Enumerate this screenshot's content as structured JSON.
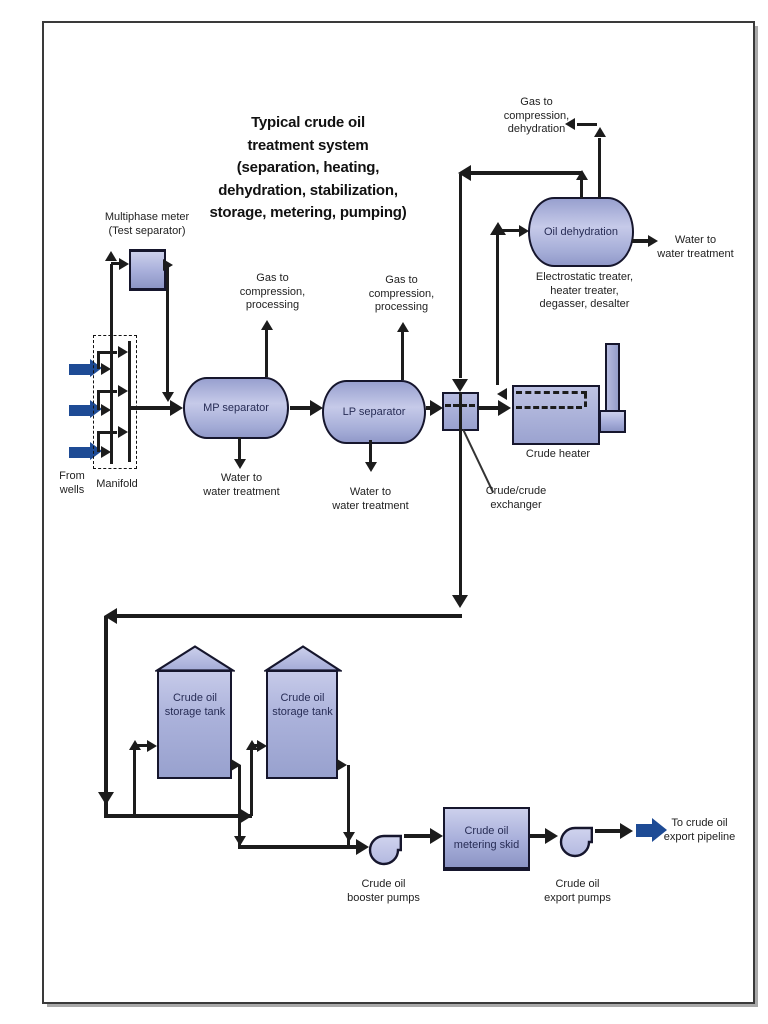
{
  "title_lines": [
    "Typical crude oil",
    "treatment system",
    "(separation, heating,",
    "dehydration, stabilization,",
    "storage, metering, pumping)"
  ],
  "colors": {
    "flow_line": "#1c1c1c",
    "well_arrow_blue": "#1e4b95",
    "vessel_fill": "#a9b0da",
    "vessel_border": "#16162d"
  },
  "wells": {
    "label": [
      "From",
      "wells"
    ]
  },
  "manifold": {
    "label": "Manifold"
  },
  "meter": {
    "label": [
      "Multiphase meter",
      "(Test separator)"
    ]
  },
  "mp_separator": {
    "name": "MP separator",
    "gas": [
      "Gas to",
      "compression,",
      "processing"
    ],
    "water": [
      "Water to",
      "water treatment"
    ]
  },
  "lp_separator": {
    "name": "LP separator",
    "gas": [
      "Gas to",
      "compression,",
      "processing"
    ],
    "water": [
      "Water to",
      "water treatment"
    ]
  },
  "exchanger": {
    "label": [
      "Crude/crude",
      "exchanger"
    ]
  },
  "heater": {
    "label": "Crude heater"
  },
  "dehydrator": {
    "name": "Oil dehydration",
    "gas": [
      "Gas to",
      "compression,",
      "dehydration"
    ],
    "note": [
      "Electrostatic treater,",
      "heater treater,",
      "degasser, desalter"
    ],
    "water": [
      "Water to",
      "water treatment"
    ]
  },
  "tanks": {
    "tank1": [
      "Crude oil",
      "storage tank"
    ],
    "tank2": [
      "Crude oil",
      "storage tank"
    ]
  },
  "booster_pumps": {
    "label": [
      "Crude oil",
      "booster pumps"
    ]
  },
  "metering_skid": {
    "label": [
      "Crude oil",
      "metering skid"
    ]
  },
  "export_pumps": {
    "label": [
      "Crude oil",
      "export pumps"
    ]
  },
  "export": {
    "label": [
      "To crude oil",
      "export pipeline"
    ]
  }
}
